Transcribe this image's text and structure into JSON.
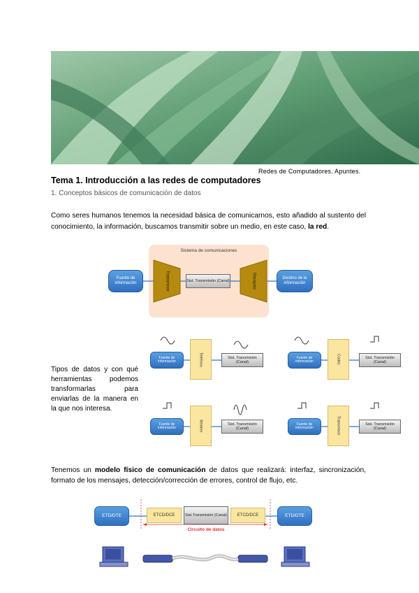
{
  "header": {
    "caption": "Redes de Computadores. Apuntes."
  },
  "title": "Tema 1. Introducción a las redes de computadores",
  "subtitle": "1. Conceptos básicos de comunicación de datos",
  "intro": {
    "text": "Como seres humanos tenemos la necesidad básica de comunicarnos, esto añadido al sustento del conocimiento, la información, buscamos transmitir sobre un medio, en este caso, ",
    "bold": "la red",
    "end": "."
  },
  "diagram1": {
    "system_label": "Sistema de comunicaciones",
    "source": "Fuente de información",
    "transmitter": "Transmisor",
    "channel": "Sist. Transmisión (Canal)",
    "receiver": "Receptor",
    "destination": "Destino de la información"
  },
  "data_types_text": "Tipos de datos y con qué herramientas podemos transformarlas para enviarlas de la manera en la que nos interesa.",
  "grid": [
    {
      "source": "Fuente de información",
      "device": "Teléfono",
      "channel": "Sist. Transmisión (Canal)"
    },
    {
      "source": "Fuente de información",
      "device": "Codec",
      "channel": "Sist. Transmisión (Canal)"
    },
    {
      "source": "Fuente de información",
      "device": "Módem",
      "channel": "Sist. Transmisión (Canal)"
    },
    {
      "source": "Fuente de información",
      "device": "Transmisor",
      "channel": "Sist. Transmisión (Canal)"
    }
  ],
  "model": {
    "pre": "Tenemos un ",
    "bold": "modelo físico de comunicación",
    "post": " de datos que realizará: interfaz, sincronización, formato de los mensajes, detección/corrección de errores, control de flujo, etc."
  },
  "diagram3": {
    "left": "ETD/DTE",
    "etcd_left": "ETCD/DCE",
    "channel": "Sist.Transmisión (Canal)",
    "etcd_right": "ETCD/DCE",
    "right": "ETD/DTE",
    "circuit": "Circuito de datos"
  }
}
